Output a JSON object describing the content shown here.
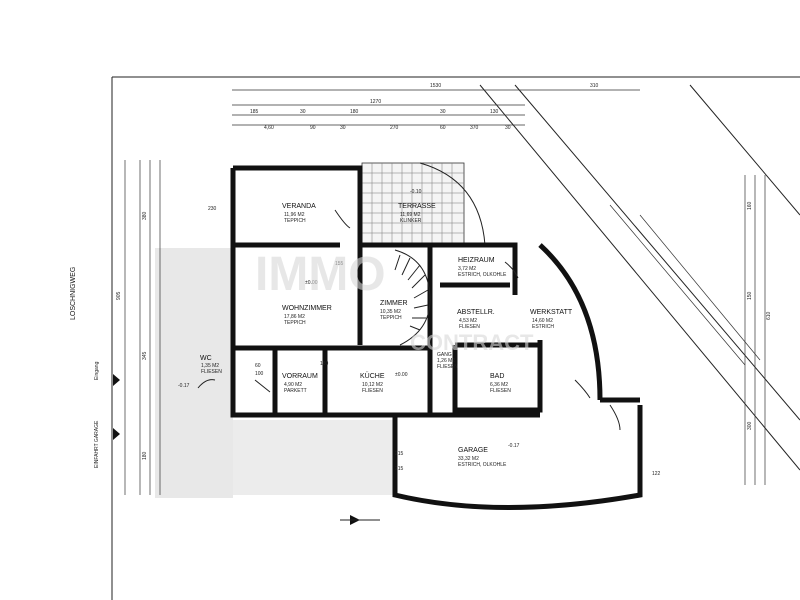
{
  "labels": {
    "street": "LOSCHNIGWEG",
    "entrance": "Eingang",
    "garage_entrance": "EINFAHRT GARAGE"
  },
  "watermark": {
    "line1": "IMMO",
    "line2": "CONTRACT"
  },
  "rooms": {
    "veranda": {
      "name": "VERANDA",
      "area": "11,96 M2",
      "floor": "TEPPICH"
    },
    "terrasse": {
      "name": "TERRASSE",
      "area": "11,69 M2",
      "floor": "KLINKER"
    },
    "heizraum": {
      "name": "HEIZRAUM",
      "area": "3,72 M2",
      "floor": "ESTRICH, OLKOHLE"
    },
    "wohnzimmer": {
      "name": "WOHNZIMMER",
      "area": "17,86 M2",
      "floor": "TEPPICH"
    },
    "zimmer": {
      "name": "ZIMMER",
      "area": "10,35 M2",
      "floor": "TEPPICH"
    },
    "abstellr": {
      "name": "ABSTELLR.",
      "area": "4,53 M2",
      "floor": "FLIESEN"
    },
    "werkstatt": {
      "name": "WERKSTATT",
      "area": "14,60 M2",
      "floor": "ESTRICH"
    },
    "wc": {
      "name": "WC",
      "area": "1,35 M2",
      "floor": "FLIESEN"
    },
    "vorraum": {
      "name": "VORRAUM",
      "area": "4,90 M2",
      "floor": "PARKETT"
    },
    "kueche": {
      "name": "KÜCHE",
      "area": "10,12 M2",
      "floor": "FLIESEN"
    },
    "gang": {
      "name": "GANG",
      "area": "1,26 M2",
      "floor": "FLIESEN"
    },
    "bad": {
      "name": "BAD",
      "area": "6,36 M2",
      "floor": "FLIESEN"
    },
    "garage": {
      "name": "GARAGE",
      "area": "33,32 M2",
      "floor": "ESTRICH, OLKOHLE"
    }
  },
  "levels": {
    "veranda": "-0.10",
    "wohnzimmer": "±0.00",
    "kueche": "±0.00",
    "entrance": "-0.17",
    "garage": "-0.17"
  },
  "dims": {
    "top_total": "1530",
    "top_row1": [
      "1270",
      "310"
    ],
    "top_row2": [
      "185",
      "30",
      "180",
      "30",
      "130"
    ],
    "top_row3": [
      "4,60",
      "90",
      "30",
      "270",
      "60",
      "370",
      "30"
    ],
    "left_total": "905",
    "left_parts": [
      "380",
      "345",
      "180"
    ],
    "right_total": "610",
    "right_parts": [
      "160",
      "150",
      "300"
    ],
    "misc": [
      "180",
      "155",
      "230",
      "60",
      "100",
      "215",
      "215",
      "122"
    ]
  }
}
